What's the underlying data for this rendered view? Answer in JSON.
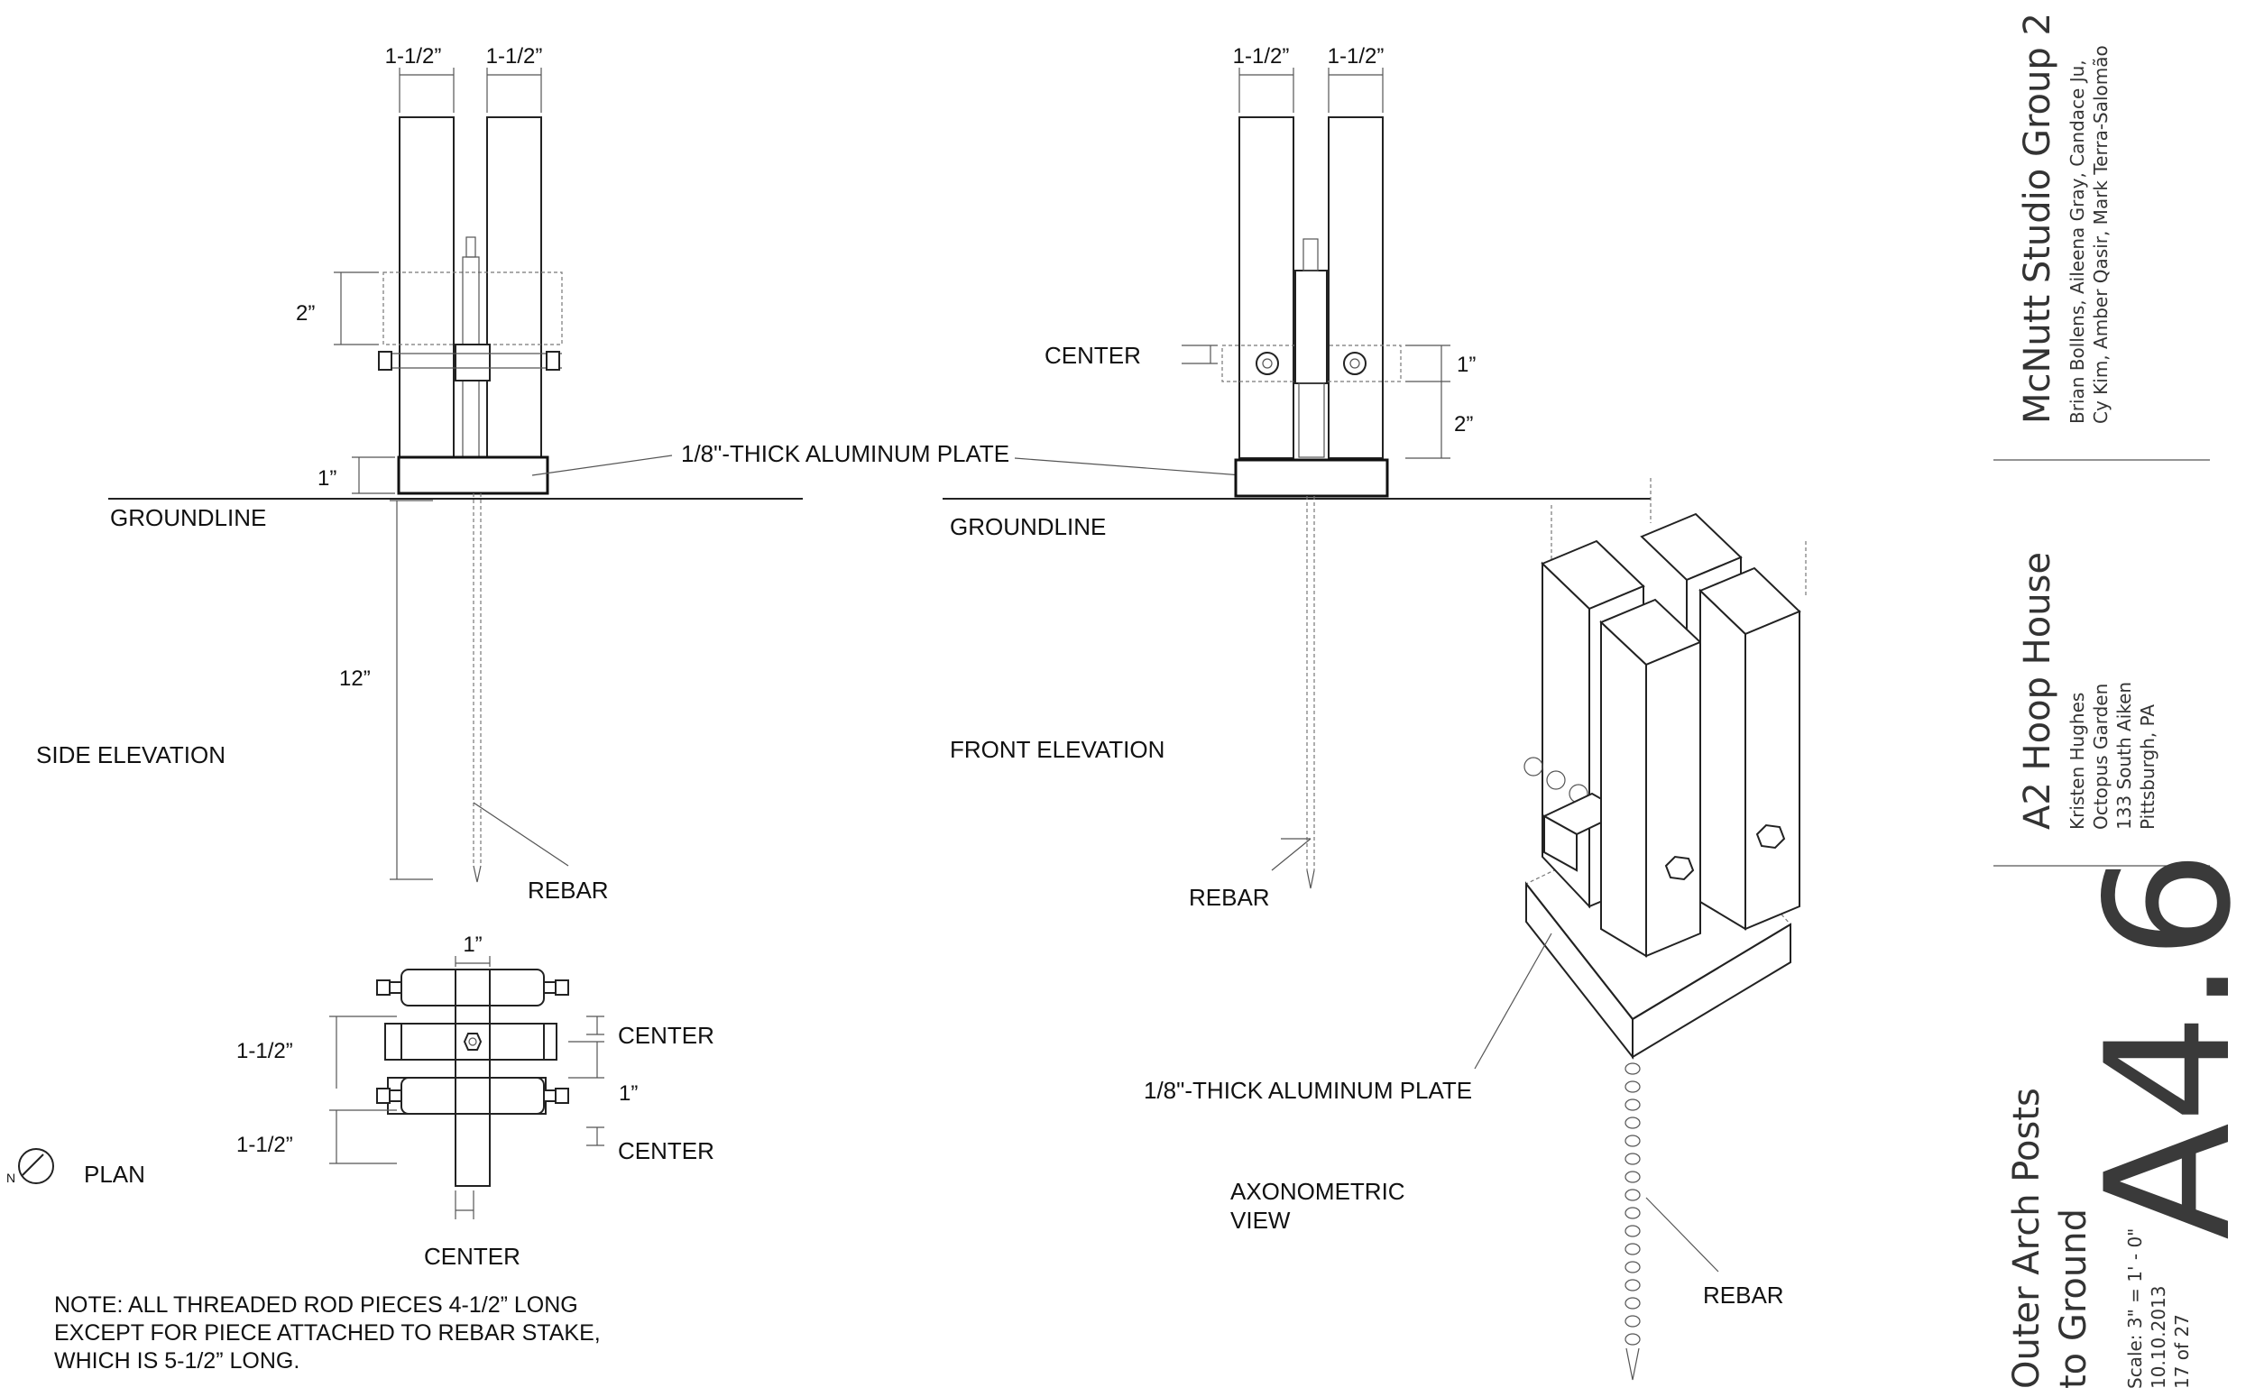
{
  "sheet": {
    "studio": "McNutt Studio Group 2",
    "team_line1": "Brian Bollens, Aileena Gray, Candace Ju,",
    "team_line2": "Cy Kim, Amber Qasir, Mark Terra-Salomão",
    "project": "A2 Hoop House",
    "client": "Kristen Hughes",
    "client_org": "Octopus Garden",
    "address": "133 South Aiken",
    "city": "Pittsburgh, PA",
    "title_line1": "Outer Arch Posts",
    "title_line2": "to Ground",
    "scale": "Scale: 3\" = 1' - 0\"",
    "date": "10.10.2013",
    "page": "17 of 27",
    "sheet_number": "A4.6"
  },
  "side": {
    "dim_left": "1-1/2”",
    "dim_right": "1-1/2”",
    "dim_2": "2”",
    "dim_1": "1”",
    "dim_12": "12”",
    "groundline": "GROUNDLINE",
    "title": "SIDE ELEVATION",
    "rebar": "REBAR"
  },
  "plate_label": "1/8\"-THICK ALUMINUM PLATE",
  "front": {
    "dim_left": "1-1/2”",
    "dim_right": "1-1/2”",
    "center": "CENTER",
    "dim_1": "1”",
    "dim_2": "2”",
    "groundline": "GROUNDLINE",
    "title": "FRONT ELEVATION",
    "rebar": "REBAR"
  },
  "plan": {
    "dim_top": "1”",
    "dim_left_top": "1-1/2”",
    "dim_left_bottom": "1-1/2”",
    "center_top": "CENTER",
    "dim_mid": "1”",
    "center_bottom": "CENTER",
    "center_below": "CENTER",
    "north": "N",
    "title": "PLAN"
  },
  "note": {
    "line1": "NOTE: ALL THREADED ROD PIECES 4-1/2” LONG",
    "line2": "EXCEPT FOR PIECE ATTACHED TO REBAR STAKE,",
    "line3": "WHICH IS 5-1/2” LONG."
  },
  "axo": {
    "plate_label": "1/8\"-THICK ALUMINUM PLATE",
    "title_line1": "AXONOMETRIC",
    "title_line2": "VIEW",
    "rebar": "REBAR"
  }
}
